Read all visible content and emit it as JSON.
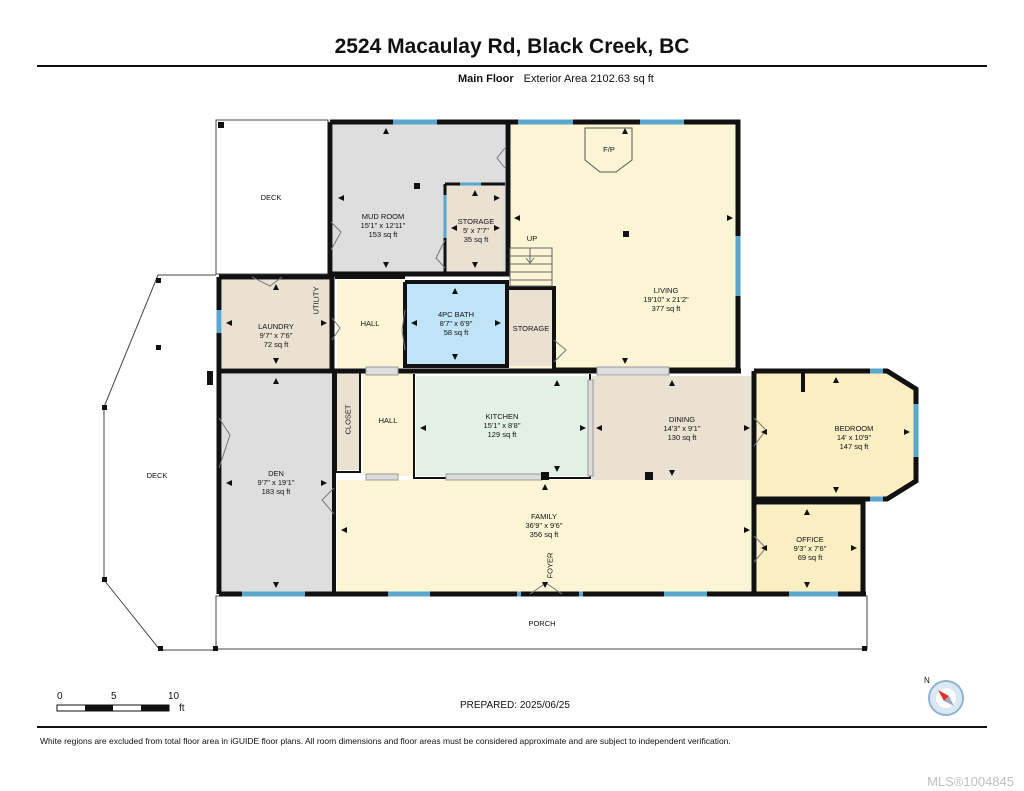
{
  "title": "2524 Macaulay Rd, Black Creek, BC",
  "floor": "Main Floor",
  "exterior_area": "Exterior Area 2102.63 sq ft",
  "rooms": {
    "deck_top": {
      "name": "DECK"
    },
    "deck_left": {
      "name": "DECK"
    },
    "mud_room": {
      "name": "MUD ROOM",
      "dims": "15'1\" x 12'11\"",
      "area": "153 sq ft"
    },
    "storage_upper": {
      "name": "STORAGE",
      "dims": "5' x 7'7\"",
      "area": "35 sq ft"
    },
    "living": {
      "name": "LIVING",
      "dims": "19'10\" x 21'2\"",
      "area": "377 sq ft"
    },
    "fp": {
      "name": "F/P"
    },
    "up": {
      "name": "UP"
    },
    "laundry": {
      "name": "LAUNDRY",
      "dims": "9'7\" x 7'6\"",
      "area": "72 sq ft"
    },
    "utility": {
      "name": "UTILITY"
    },
    "hall_upper": {
      "name": "HALL"
    },
    "bath": {
      "name": "4PC BATH",
      "dims": "8'7\" x 6'9\"",
      "area": "58 sq ft"
    },
    "storage_lower": {
      "name": "STORAGE"
    },
    "closet": {
      "name": "CLOSET"
    },
    "hall_lower": {
      "name": "HALL"
    },
    "kitchen": {
      "name": "KITCHEN",
      "dims": "15'1\" x 8'8\"",
      "area": "129 sq ft"
    },
    "dining": {
      "name": "DINING",
      "dims": "14'3\" x 9'1\"",
      "area": "130 sq ft"
    },
    "bedroom": {
      "name": "BEDROOM",
      "dims": "14' x 10'9\"",
      "area": "147 sq ft"
    },
    "den": {
      "name": "DEN",
      "dims": "9'7\" x 19'1\"",
      "area": "183 sq ft"
    },
    "family": {
      "name": "FAMILY",
      "dims": "36'9\" x 9'6\"",
      "area": "356 sq ft"
    },
    "foyer": {
      "name": "FOYER"
    },
    "office": {
      "name": "OFFICE",
      "dims": "9'3\" x 7'6\"",
      "area": "69 sq ft"
    },
    "porch": {
      "name": "PORCH"
    }
  },
  "scale": {
    "t0": "0",
    "t5": "5",
    "t10": "10",
    "unit": "ft"
  },
  "compass": {
    "label": "N"
  },
  "prepared": "PREPARED: 2025/06/25",
  "footnote": "White regions are excluded from total floor area in iGUIDE floor plans. All room dimensions and floor areas must be considered approximate and are subject to independent verification.",
  "mls": "MLS®1004845",
  "colors": {
    "living": "#fbf5d6",
    "gray": "#dedede",
    "tan": "#ebe1d2",
    "kitchen": "#e3f0e5",
    "bath": "#bfe3f7",
    "yellow": "#fbeec3",
    "wall": "#111111",
    "window": "#5aa6cf"
  }
}
